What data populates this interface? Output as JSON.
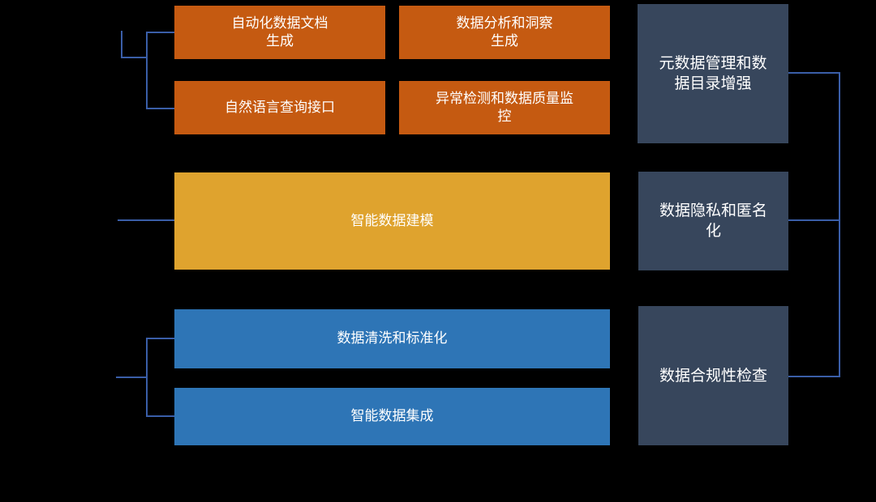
{
  "colors": {
    "background": "#000000",
    "orange": "#C55A11",
    "gold": "#DFA32E",
    "blue": "#2E75B6",
    "slate": "#37465C",
    "connector": "#3A5EA8",
    "text": "#FFFFFF"
  },
  "nodes": {
    "auto_doc_generation": {
      "label": "自动化数据文档\n生成",
      "color": "#C55A11"
    },
    "analysis_insight_generation": {
      "label": "数据分析和洞察\n生成",
      "color": "#C55A11"
    },
    "nl_query_interface": {
      "label": "自然语言查询接口",
      "color": "#C55A11"
    },
    "anomaly_quality_monitoring": {
      "label": "异常检测和数据质量监\n控",
      "color": "#C55A11"
    },
    "metadata_catalog_enhancement": {
      "label": "元数据管理和数\n据目录增强",
      "color": "#37465C"
    },
    "intelligent_data_modeling": {
      "label": "智能数据建模",
      "color": "#DFA32E"
    },
    "privacy_anonymization": {
      "label": "数据隐私和匿名\n化",
      "color": "#37465C"
    },
    "cleaning_standardization": {
      "label": "数据清洗和标准化",
      "color": "#2E75B6"
    },
    "intelligent_data_integration": {
      "label": "智能数据集成",
      "color": "#2E75B6"
    },
    "compliance_check": {
      "label": "数据合规性检查",
      "color": "#37465C"
    }
  }
}
